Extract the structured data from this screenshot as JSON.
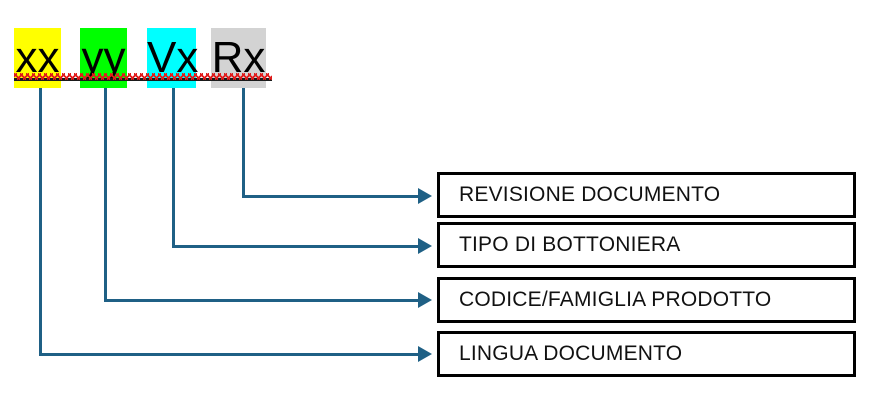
{
  "code": {
    "segments": [
      {
        "text": "xx",
        "highlight": "#FFFF00",
        "name": "code-segment-xx"
      },
      {
        "text": "yy",
        "highlight": "#00FF00",
        "name": "code-segment-yy"
      },
      {
        "text": "Vx",
        "highlight": "#00FFFF",
        "name": "code-segment-vx"
      },
      {
        "text": "Rx",
        "highlight": "#D3D3D3",
        "name": "code-segment-rx"
      }
    ],
    "spellcheck_underline_color": "#E01B1B"
  },
  "connector": {
    "color": "#1F6085",
    "arrow_icon": "arrow-right-icon"
  },
  "labels": [
    {
      "text": "REVISIONE DOCUMENTO",
      "source_segment": "Rx"
    },
    {
      "text": "TIPO DI BOTTONIERA",
      "source_segment": "Vx"
    },
    {
      "text": "CODICE/FAMIGLIA PRODOTTO",
      "source_segment": "yy"
    },
    {
      "text": "LINGUA DOCUMENTO",
      "source_segment": "xx"
    }
  ],
  "style": {
    "box_border_color": "#000000",
    "background": "#FFFFFF",
    "text_color": "#111111"
  }
}
